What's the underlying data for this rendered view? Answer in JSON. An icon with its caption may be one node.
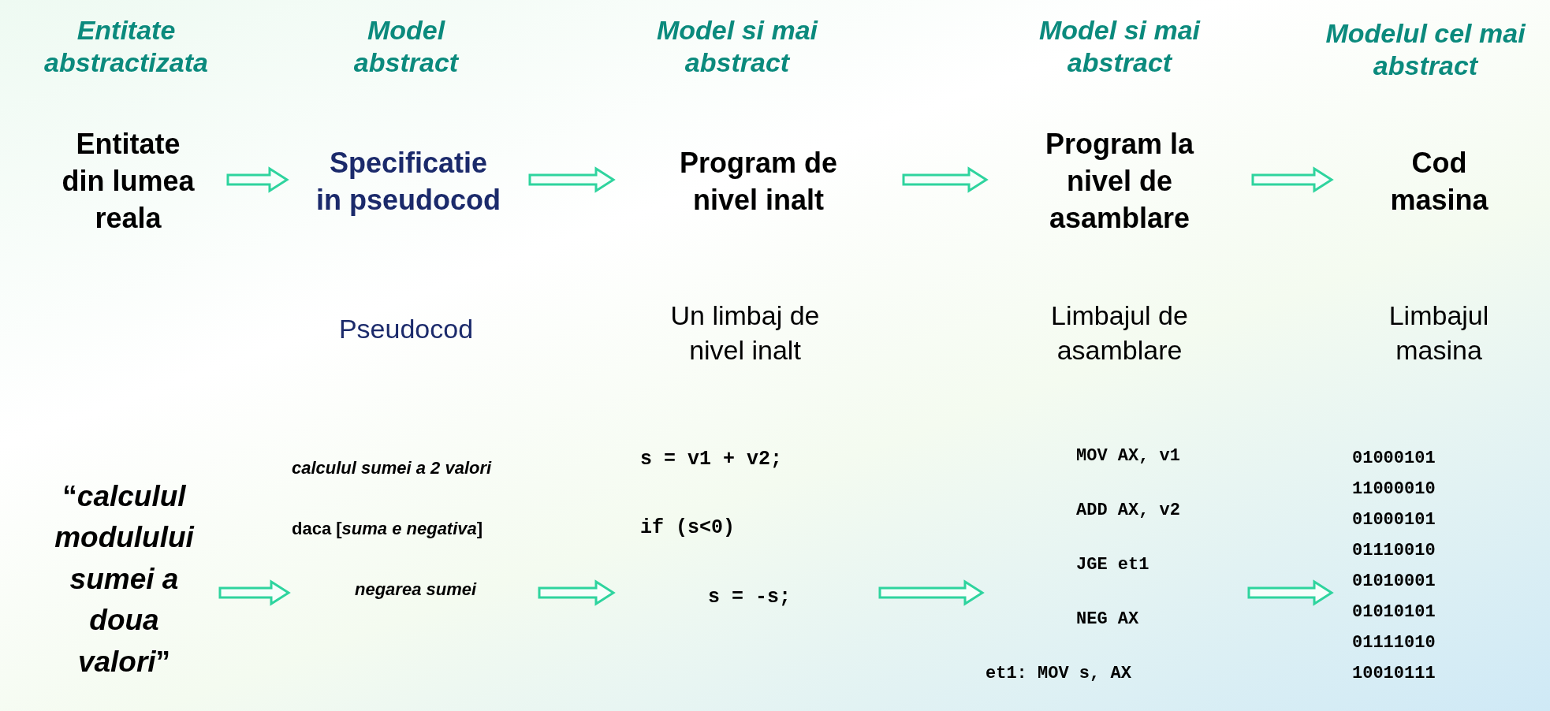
{
  "diagram": {
    "nodes": [
      {
        "text": [
          "Entitate din lumea reala"
        ]
      },
      {
        "text": [
          "Specificatie in pseudocod"
        ]
      },
      {
        "text": [
          "Program de nivel inalt"
        ]
      },
      {
        "text": [
          "Program la nivel de asamblare"
        ]
      },
      {
        "text": [
          "Cod masina"
        ]
      },
      {
        "text": [
          "“*calculul modulului sumei a doua valori*”"
        ]
      },
      {
        "text": [
          "calculul sumei a 2 valori",
          "daca [*suma e negativa*]",
          "negarea sumei"
        ]
      },
      {
        "text": [
          "s = v1 + v2;",
          "if (s<0)",
          "s = -s;"
        ]
      },
      {
        "text": [
          "MOV AX, v1",
          "ADD AX, v2",
          "JGE et1",
          "NEG AX",
          "et1: MOV s, AX"
        ]
      },
      {
        "text": [
          "01000101",
          "11000010",
          "01000101",
          "01110010",
          "01010001",
          "01010101",
          "01111010",
          "10010111"
        ]
      }
    ],
    "edges": [
      {
        "from": 0,
        "to": 1,
        "arrow": "to"
      },
      {
        "from": 1,
        "to": 2,
        "arrow": "to"
      },
      {
        "from": 2,
        "to": 3,
        "arrow": "to"
      },
      {
        "from": 3,
        "to": 4,
        "arrow": "to"
      },
      {
        "from": 5,
        "to": 6,
        "arrow": "to"
      },
      {
        "from": 6,
        "to": 7,
        "arrow": "to"
      },
      {
        "from": 7,
        "to": 8,
        "arrow": "to"
      },
      {
        "from": 8,
        "to": 9,
        "arrow": "to"
      }
    ],
    "labels": [
      "Entitate abstractizata",
      "Model abstract",
      "Model si mai abstract",
      "Model si mai abstract",
      "Modelul cel mai abstract",
      "Pseudocod",
      "Un limbaj de nivel inalt",
      "Limbajul de asamblare",
      "Limbajul masina"
    ]
  }
}
